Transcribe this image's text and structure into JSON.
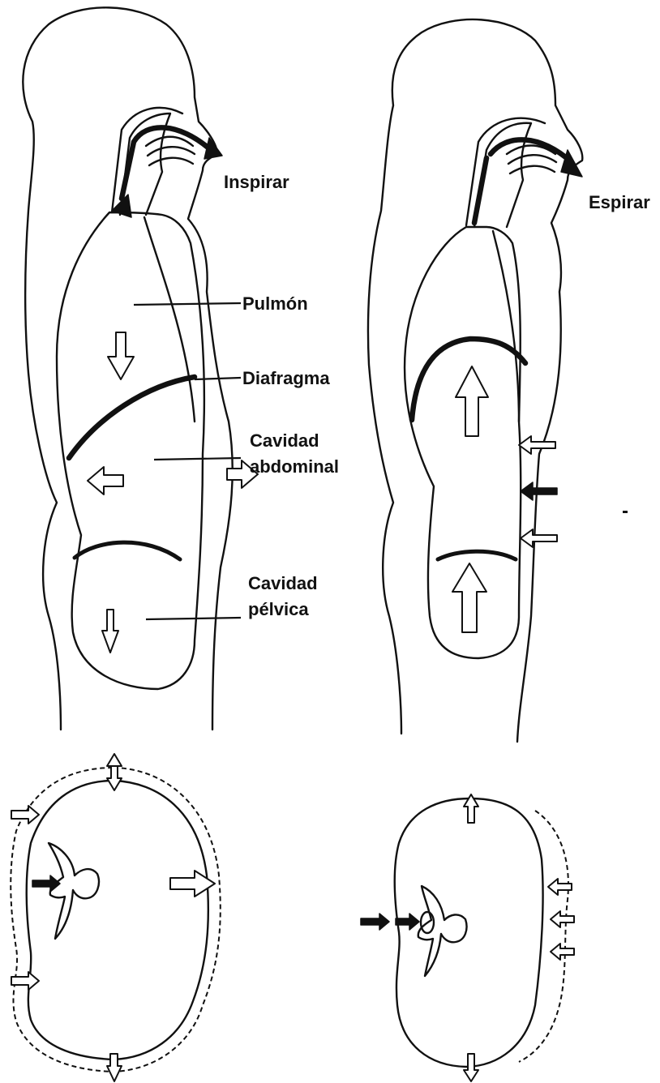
{
  "labels": {
    "inspirar": "Inspirar",
    "espirar": "Espirar",
    "pulmon": "Pulmón",
    "diafragma": "Diafragma",
    "cavidad_abdominal_1": "Cavidad",
    "cavidad_abdominal_2": "abdominal",
    "cavidad_pelvica_1": "Cavidad",
    "cavidad_pelvica_2": "pélvica"
  },
  "colors": {
    "ink": "#111111",
    "background": "#ffffff"
  }
}
